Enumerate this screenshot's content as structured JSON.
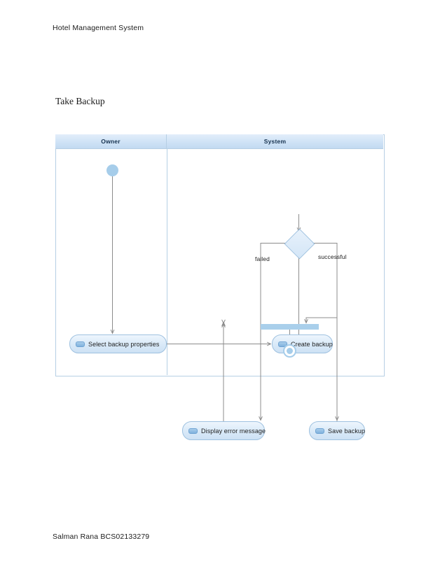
{
  "document": {
    "header": "Hotel Management System",
    "subtitle": "Take Backup",
    "footer": "Salman Rana BCS02133279"
  },
  "diagram": {
    "type": "uml-activity-diagram",
    "lanes": [
      {
        "id": "owner",
        "label": "Owner"
      },
      {
        "id": "system",
        "label": "System"
      }
    ],
    "colors": {
      "lane_header": "#cfe3f6",
      "lane_border": "#b6cfe4",
      "node_fill": "#dcebf9",
      "node_border": "#9ec1e0",
      "control_node": "#a6cdea",
      "edge": "#8c8c8c",
      "text": "#1e1e1e"
    },
    "nodes": [
      {
        "id": "start",
        "kind": "initial-node",
        "lane": "owner",
        "label": ""
      },
      {
        "id": "select",
        "kind": "action",
        "lane": "owner",
        "label": "Select backup properties",
        "icon": "action-pill-icon"
      },
      {
        "id": "create",
        "kind": "action",
        "lane": "system",
        "label": "Create backup",
        "icon": "action-pill-icon"
      },
      {
        "id": "decide",
        "kind": "decision-node",
        "lane": "system",
        "label": ""
      },
      {
        "id": "display",
        "kind": "action",
        "lane": "system",
        "label": "Display error message",
        "icon": "action-pill-icon"
      },
      {
        "id": "save",
        "kind": "action",
        "lane": "system",
        "label": "Save backup",
        "icon": "action-pill-icon"
      },
      {
        "id": "join",
        "kind": "merge-bar",
        "lane": "system",
        "label": ""
      },
      {
        "id": "end",
        "kind": "final-node",
        "lane": "system",
        "label": ""
      }
    ],
    "edges": [
      {
        "from": "start",
        "to": "select",
        "label": ""
      },
      {
        "from": "select",
        "to": "create",
        "label": ""
      },
      {
        "from": "create",
        "to": "decide",
        "label": ""
      },
      {
        "from": "decide",
        "to": "display",
        "label": "failed"
      },
      {
        "from": "decide",
        "to": "save",
        "label": "successful"
      },
      {
        "from": "display",
        "to": "join",
        "label": ""
      },
      {
        "from": "save",
        "to": "join",
        "label": ""
      },
      {
        "from": "join",
        "to": "end",
        "label": ""
      }
    ],
    "edge_labels": {
      "failed": "failed",
      "successful": "successful"
    }
  }
}
